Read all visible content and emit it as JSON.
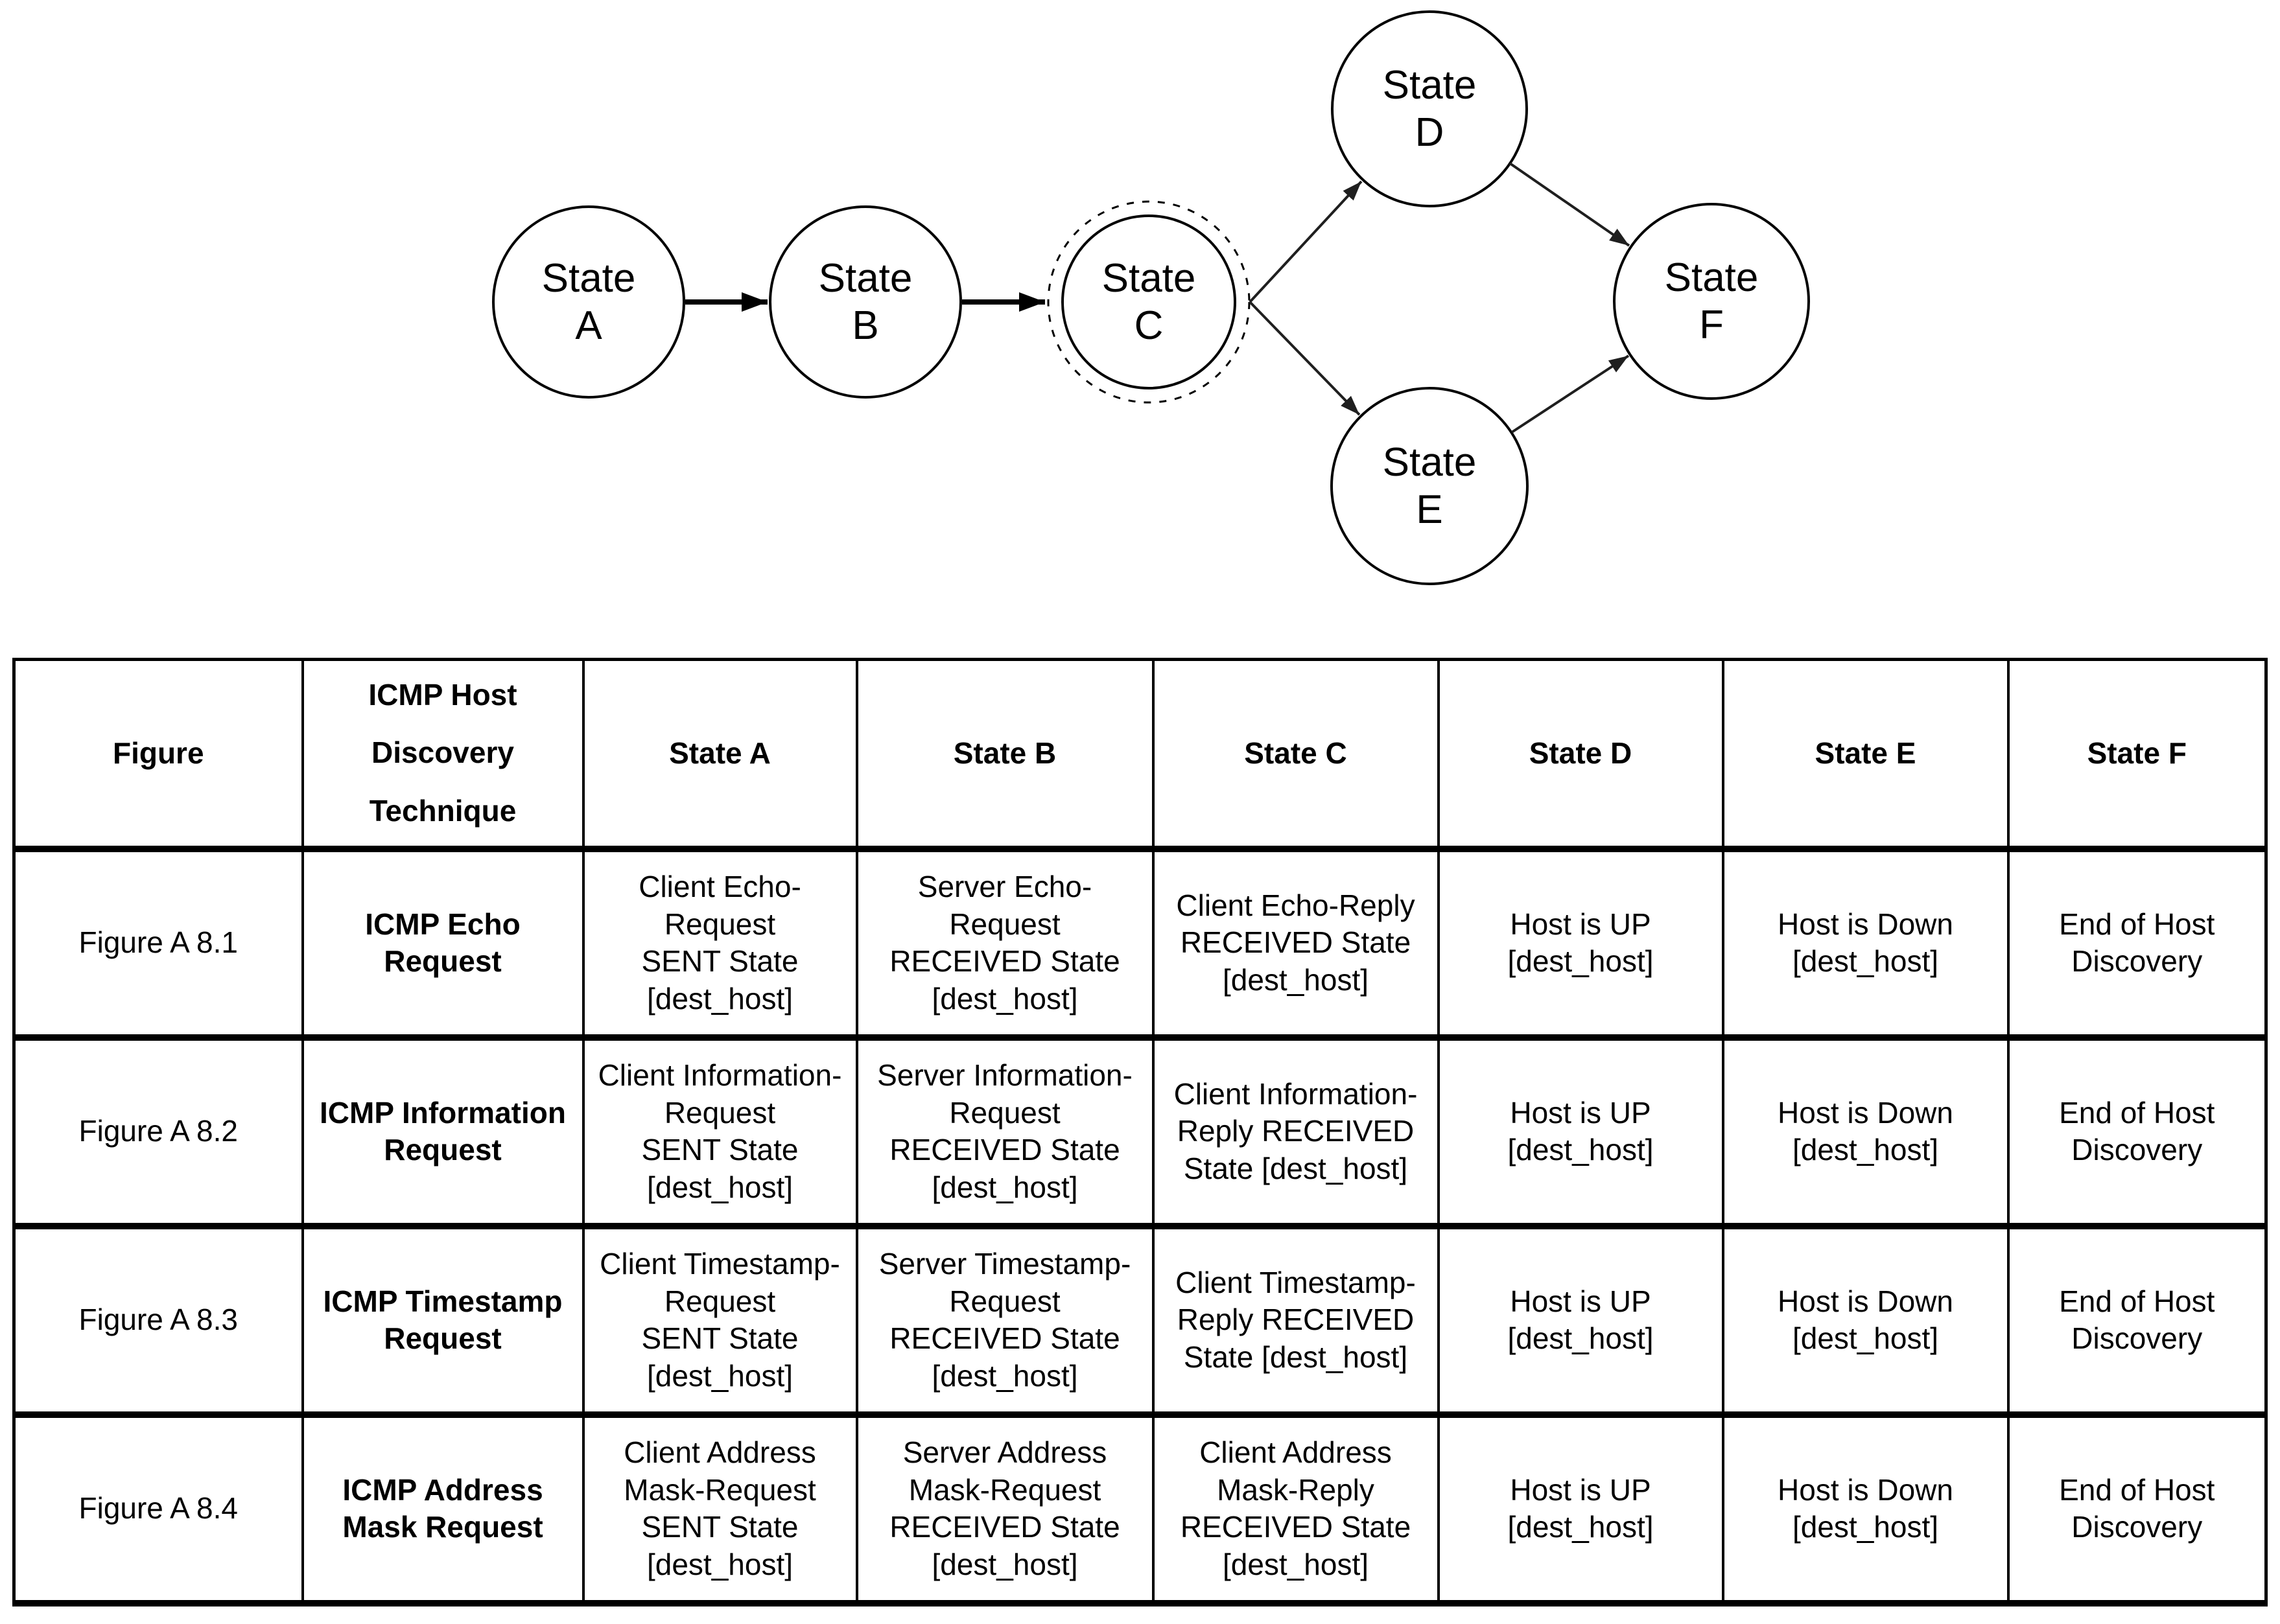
{
  "diagram": {
    "nodes": [
      {
        "id": "A",
        "label": "State\nA"
      },
      {
        "id": "B",
        "label": "State\nB"
      },
      {
        "id": "C",
        "label": "State\nC"
      },
      {
        "id": "D",
        "label": "State\nD"
      },
      {
        "id": "E",
        "label": "State\nE"
      },
      {
        "id": "F",
        "label": "State\nF"
      }
    ],
    "edges": [
      "A→B",
      "B→C",
      "C→D",
      "C→E",
      "D→F",
      "E→F"
    ],
    "dashed_outline_node": "State C"
  },
  "table": {
    "headers": [
      "Figure",
      "ICMP Host\nDiscovery\nTechnique",
      "State A",
      "State B",
      "State C",
      "State D",
      "State E",
      "State F"
    ],
    "rows": [
      {
        "figure": "Figure A 8.1",
        "technique": "ICMP Echo\nRequest",
        "a": "Client Echo-\nRequest\nSENT State\n[dest_host]",
        "b": "Server Echo-\nRequest\nRECEIVED State\n[dest_host]",
        "c": "Client Echo-Reply\nRECEIVED State\n[dest_host]",
        "d": "Host is UP\n[dest_host]",
        "e": "Host is Down\n[dest_host]",
        "f": "End of Host\nDiscovery"
      },
      {
        "figure": "Figure A 8.2",
        "technique": "ICMP Information\nRequest",
        "a": "Client Information-\nRequest\nSENT State\n[dest_host]",
        "b": "Server Information-\nRequest\nRECEIVED State\n[dest_host]",
        "c": "Client Information-\nReply RECEIVED\nState [dest_host]",
        "d": "Host is UP\n[dest_host]",
        "e": "Host is Down\n[dest_host]",
        "f": "End of Host\nDiscovery"
      },
      {
        "figure": "Figure A 8.3",
        "technique": "ICMP Timestamp\nRequest",
        "a": "Client Timestamp-\nRequest\nSENT State\n[dest_host]",
        "b": "Server Timestamp-\nRequest\nRECEIVED State\n[dest_host]",
        "c": "Client Timestamp-\nReply RECEIVED\nState [dest_host]",
        "d": "Host is UP\n[dest_host]",
        "e": "Host is Down\n[dest_host]",
        "f": "End of Host\nDiscovery"
      },
      {
        "figure": "Figure A 8.4",
        "technique": "ICMP Address\nMask Request",
        "a": "Client Address\nMask-Request\nSENT State\n[dest_host]",
        "b": "Server Address\nMask-Request\nRECEIVED State\n[dest_host]",
        "c": "Client Address\nMask-Reply\nRECEIVED State\n[dest_host]",
        "d": "Host is UP\n[dest_host]",
        "e": "Host is Down\n[dest_host]",
        "f": "End of Host\nDiscovery"
      }
    ]
  },
  "colors": {
    "ink": "#000000",
    "thin_edge": "#1f1f1f",
    "background": "#ffffff"
  }
}
